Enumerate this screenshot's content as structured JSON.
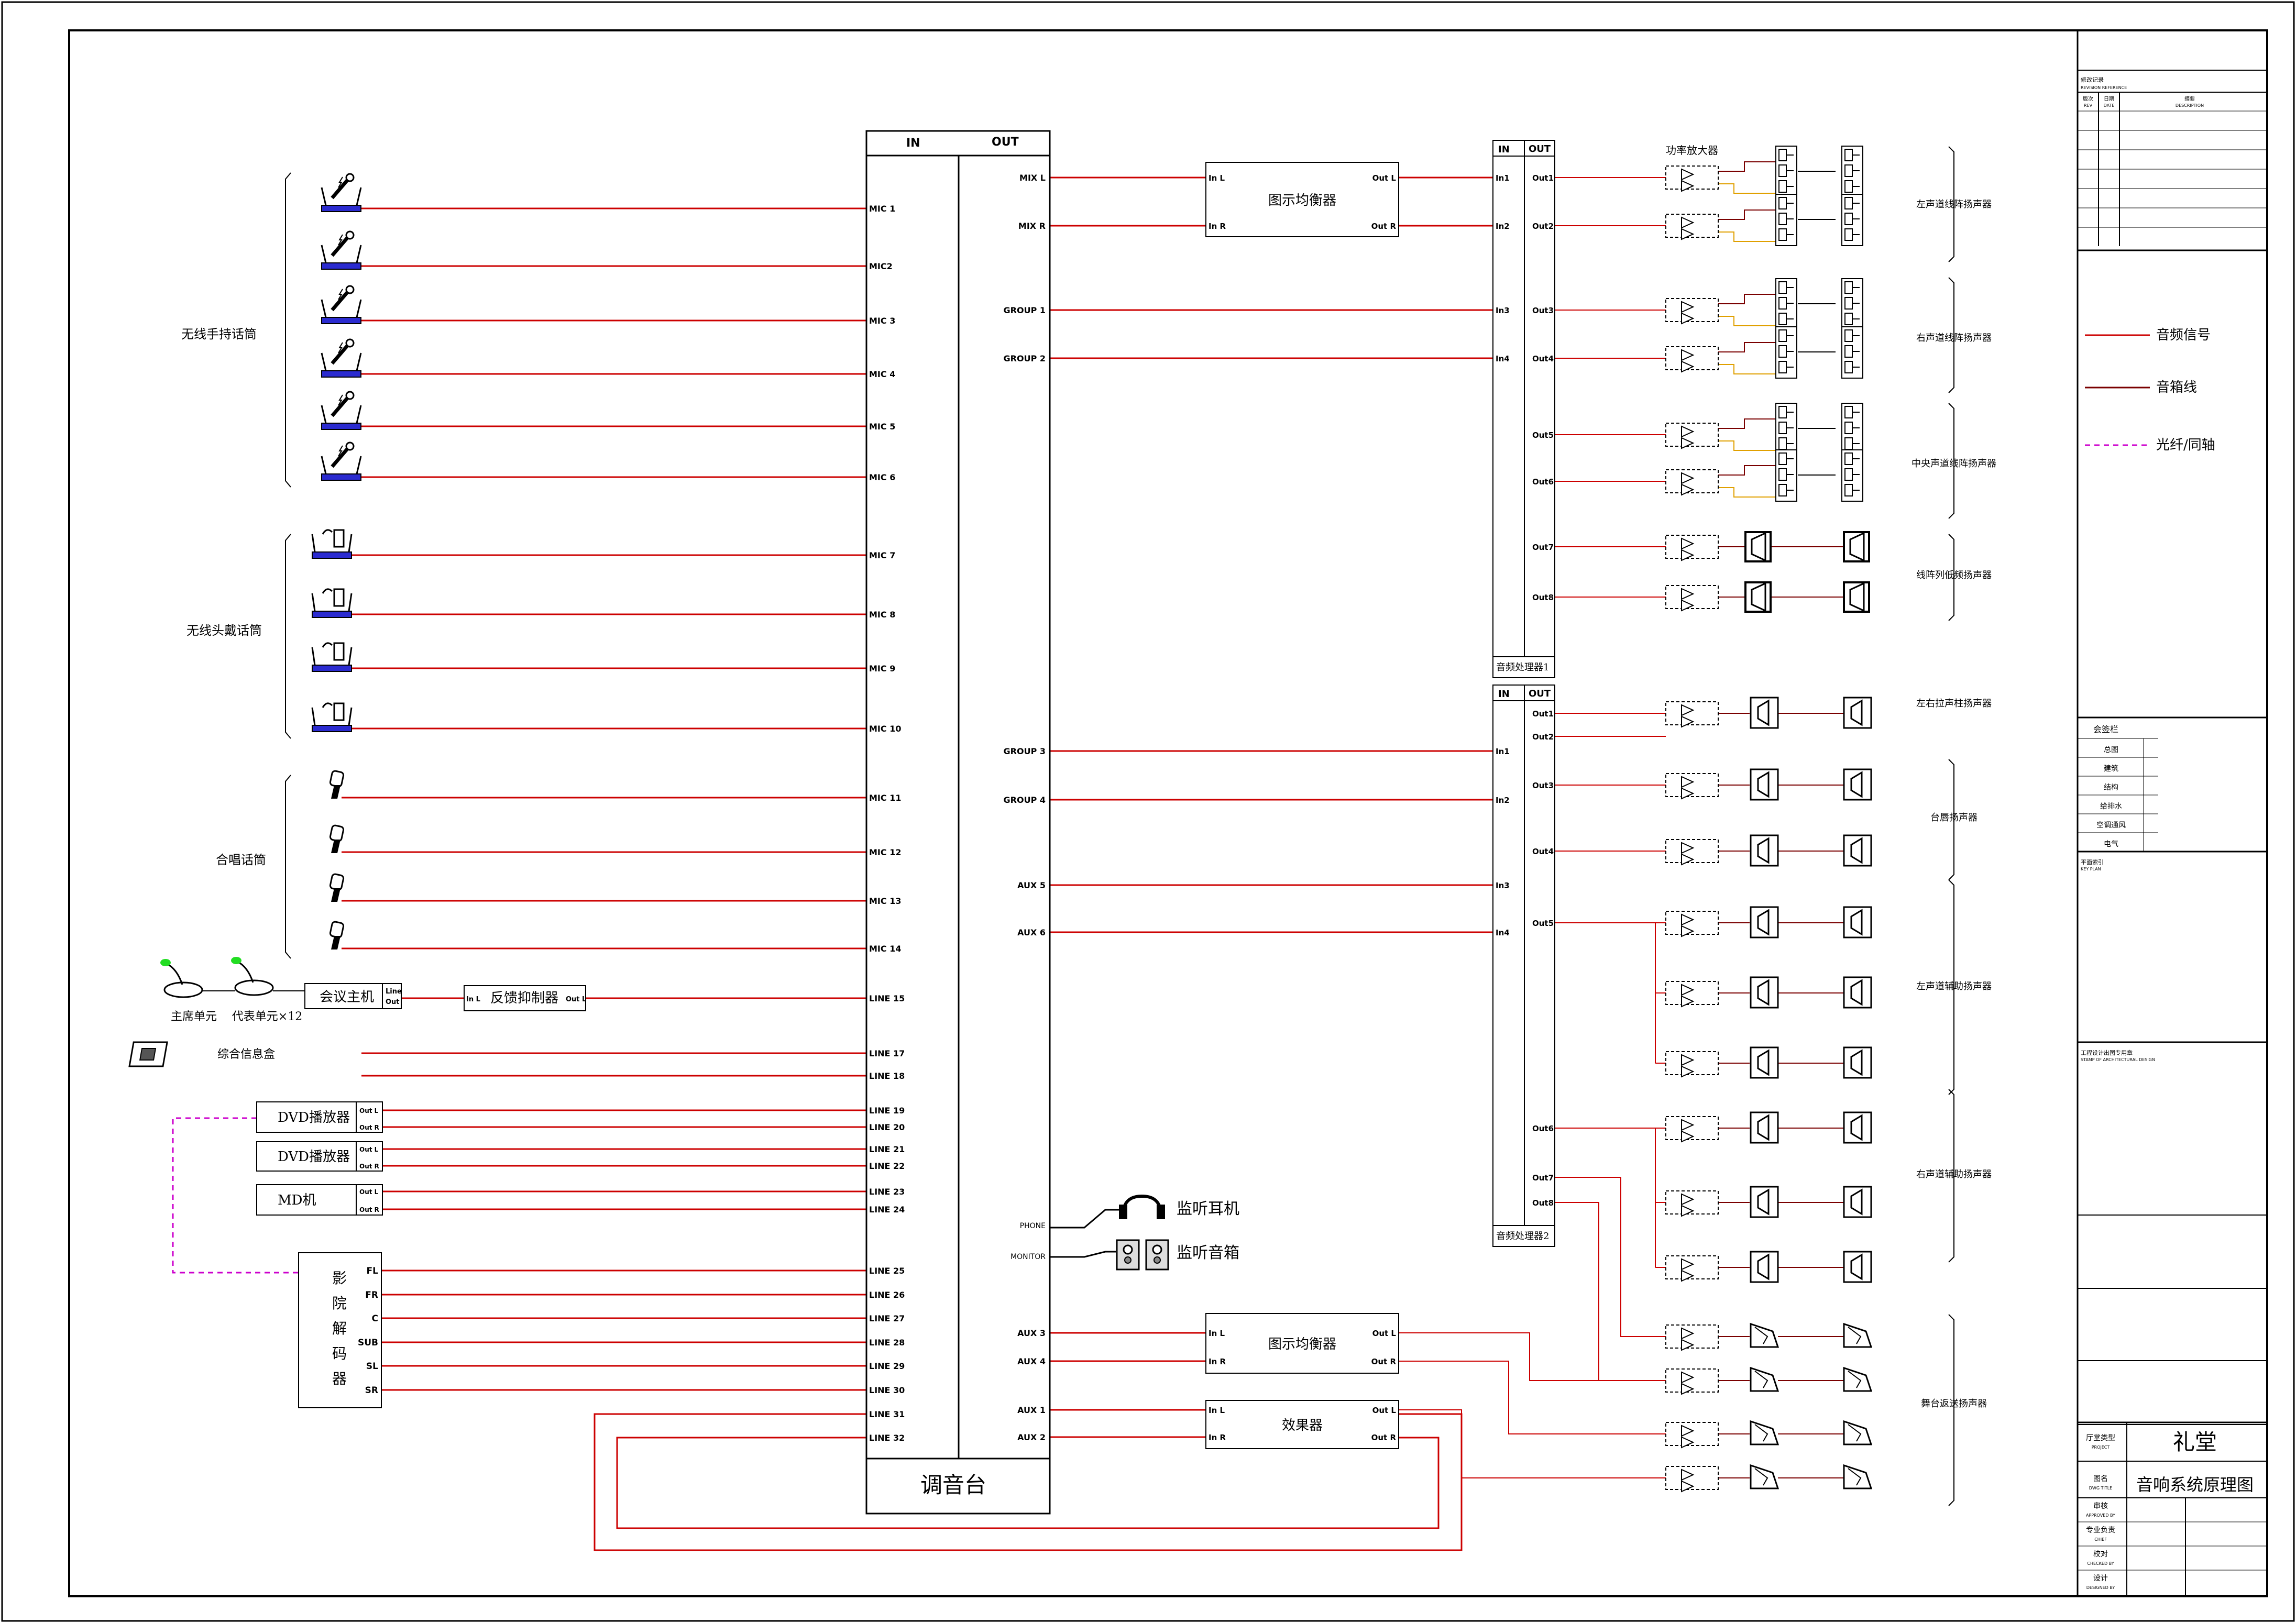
{
  "mixer": {
    "title": "调音台",
    "in_label": "IN",
    "out_label": "OUT",
    "inputs": [
      "MIC 1",
      "MIC2",
      "MIC 3",
      "MIC 4",
      "MIC 5",
      "MIC 6",
      "MIC 7",
      "MIC 8",
      "MIC 9",
      "MIC 10",
      "MIC 11",
      "MIC 12",
      "MIC 13",
      "MIC 14",
      "LINE 15",
      "LINE 17",
      "LINE 18",
      "LINE 19",
      "LINE 20",
      "LINE 21",
      "LINE 22",
      "LINE 23",
      "LINE 24",
      "LINE 25",
      "LINE 26",
      "LINE 27",
      "LINE 28",
      "LINE 29",
      "LINE 30",
      "LINE 31",
      "LINE 32"
    ],
    "outputs": [
      "MIX L",
      "MIX R",
      "GROUP 1",
      "GROUP 2",
      "GROUP 3",
      "GROUP 4",
      "AUX 5",
      "AUX 6",
      "AUX 3",
      "AUX 4",
      "AUX 1",
      "AUX 2"
    ],
    "phone_label": "PHONE",
    "monitor_label": "MONITOR"
  },
  "sources": {
    "wireless_handheld": "无线手持话筒",
    "wireless_headset": "无线头戴话筒",
    "choir_mic": "合唱话筒",
    "chairman_unit": "主席单元",
    "delegate_unit": "代表单元×12",
    "conference_host": "会议主机",
    "host_line": "Line",
    "host_out": "Out",
    "feedback_suppressor": "反馈抑制器",
    "fs_in": "In L",
    "fs_out": "Out L",
    "info_box": "综合信息盒",
    "dvd1": "DVD播放器",
    "dvd2": "DVD播放器",
    "md": "MD机",
    "out_l": "Out L",
    "out_r": "Out R",
    "decoder": [
      "影",
      "院",
      "解",
      "码",
      "器"
    ],
    "decoder_ports": [
      "FL",
      "FR",
      "C",
      "SUB",
      "SL",
      "SR"
    ]
  },
  "monitoring": {
    "headphones": "监听耳机",
    "speakers": "监听音箱"
  },
  "processors": {
    "eq1": "图示均衡器",
    "eq2": "图示均衡器",
    "effects": "效果器",
    "in_l": "In L",
    "in_r": "In R",
    "out_l": "Out L",
    "out_r": "Out R",
    "dsp1": "音频处理器1",
    "dsp2": "音频处理器2",
    "dsp_in": "IN",
    "dsp_out": "OUT",
    "dsp_inputs": [
      "In1",
      "In2",
      "In3",
      "In4"
    ],
    "dsp1_outputs": [
      "Out1",
      "Out2",
      "Out3",
      "Out4",
      "Out5",
      "Out6",
      "Out7",
      "Out8"
    ],
    "dsp2_outputs": [
      "Out1",
      "Out2",
      "Out3",
      "Out4",
      "Out5",
      "Out6",
      "Out7",
      "Out8"
    ],
    "amplifier": "功率放大器"
  },
  "speaker_groups": [
    "左声道线阵扬声器",
    "右声道线阵扬声器",
    "中央声道线阵扬声器",
    "线阵列低频扬声器",
    "左右拉声柱扬声器",
    "台唇扬声器",
    "左声道辅助扬声器",
    "右声道辅助扬声器",
    "舞台返送扬声器"
  ],
  "legend": {
    "audio": "音频信号",
    "speaker_cable": "音箱线",
    "fiber": "光纤/同轴",
    "audio_color": "#cc0000",
    "speaker_color": "#7a0000",
    "fiber_color": "#cc00cc"
  },
  "title_block": {
    "revision": "修改记录",
    "revision_en": "REVISION REFERENCE",
    "rev_cols": [
      "版次",
      "日期",
      "摘要"
    ],
    "rev_cols_en": [
      "REV",
      "DATE",
      "DESCRIPTION"
    ],
    "sign": "会签栏",
    "disciplines": [
      "总图",
      "建筑",
      "结构",
      "给排水",
      "空调通风",
      "电气"
    ],
    "key_plan": "平面索引",
    "key_plan_en": "KEY PLAN",
    "stamp": "工程设计出图专用章",
    "stamp_en": "STAMP OF ARCHITECTURAL DESIGN",
    "project_label": "厅堂类型",
    "project_en": "PROJECT",
    "project": "礼堂",
    "title_label": "图名",
    "title_en": "DWG TITLE",
    "title": "音响系统原理图",
    "roles": [
      "审核",
      "专业负责",
      "校对",
      "设计"
    ],
    "roles_en": [
      "APPROVED BY",
      "CHIEF",
      "CHECKED BY",
      "DESIGNED BY"
    ]
  }
}
